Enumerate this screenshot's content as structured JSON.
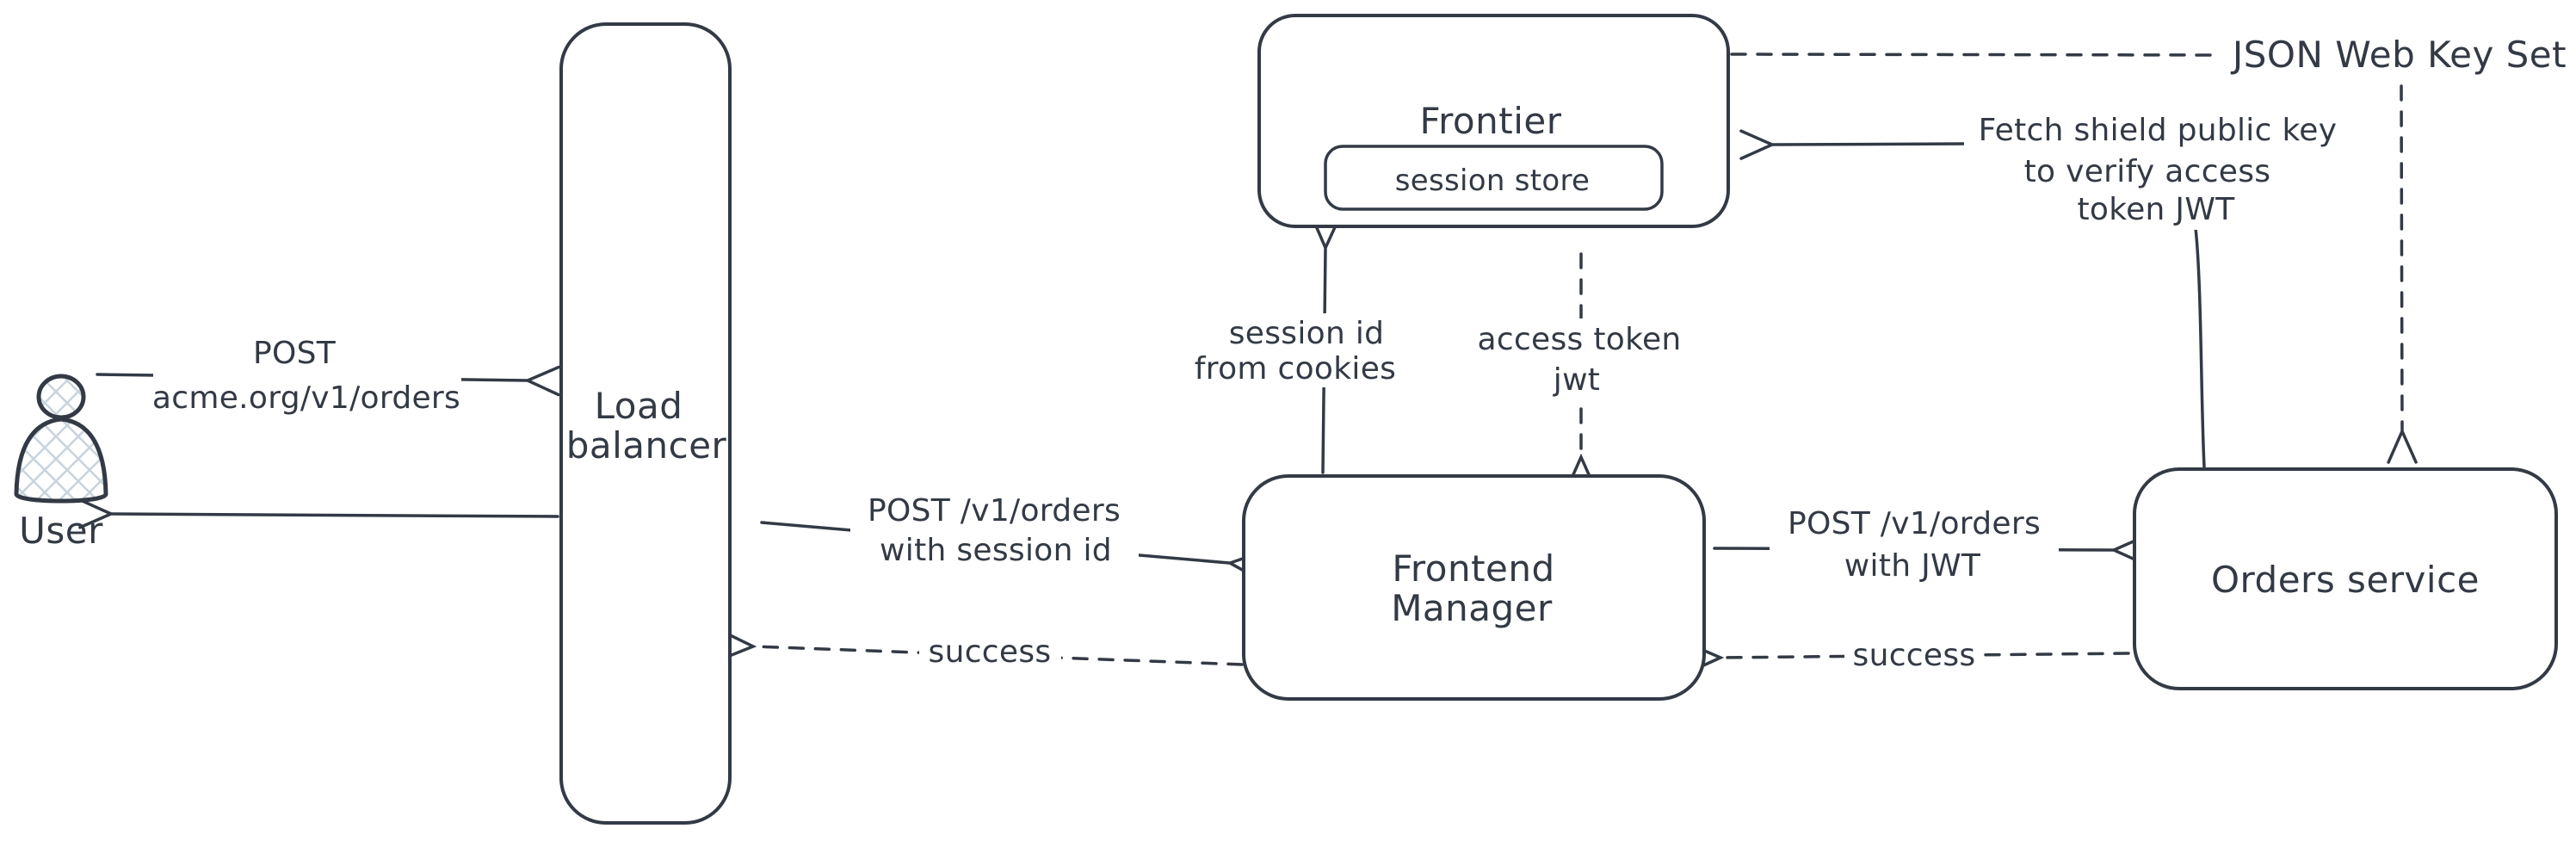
{
  "diagram": {
    "nodes": {
      "user": {
        "label": "User"
      },
      "load_balancer": {
        "line1": "Load",
        "line2": "balancer"
      },
      "frontier": {
        "label": "Frontier",
        "session_store_label": "session store"
      },
      "frontend_manager": {
        "line1": "Frontend",
        "line2": "Manager"
      },
      "orders_service": {
        "label": "Orders service"
      }
    },
    "edges": {
      "user_to_lb": {
        "line1": "POST",
        "line2": "acme.org/v1/orders"
      },
      "lb_to_fm": {
        "line1": "POST /v1/orders",
        "line2": "with session id"
      },
      "fm_to_lb": {
        "label": "success"
      },
      "fm_to_frontier": {
        "line1": "session id",
        "line2": "from cookies"
      },
      "frontier_to_fm": {
        "line1": "access token",
        "line2": "jwt"
      },
      "fm_to_orders": {
        "line1": "POST /v1/orders",
        "line2": "with JWT"
      },
      "orders_to_fm": {
        "label": "success"
      },
      "orders_to_frontier": {
        "line1": "Fetch shield public key",
        "line2": "to verify access",
        "line3": "token JWT"
      },
      "jwks": {
        "label": "JSON Web Key Set"
      }
    },
    "colors": {
      "stroke": "#333a45",
      "crosshatch": "#c8d3dd",
      "background": "#ffffff"
    }
  }
}
